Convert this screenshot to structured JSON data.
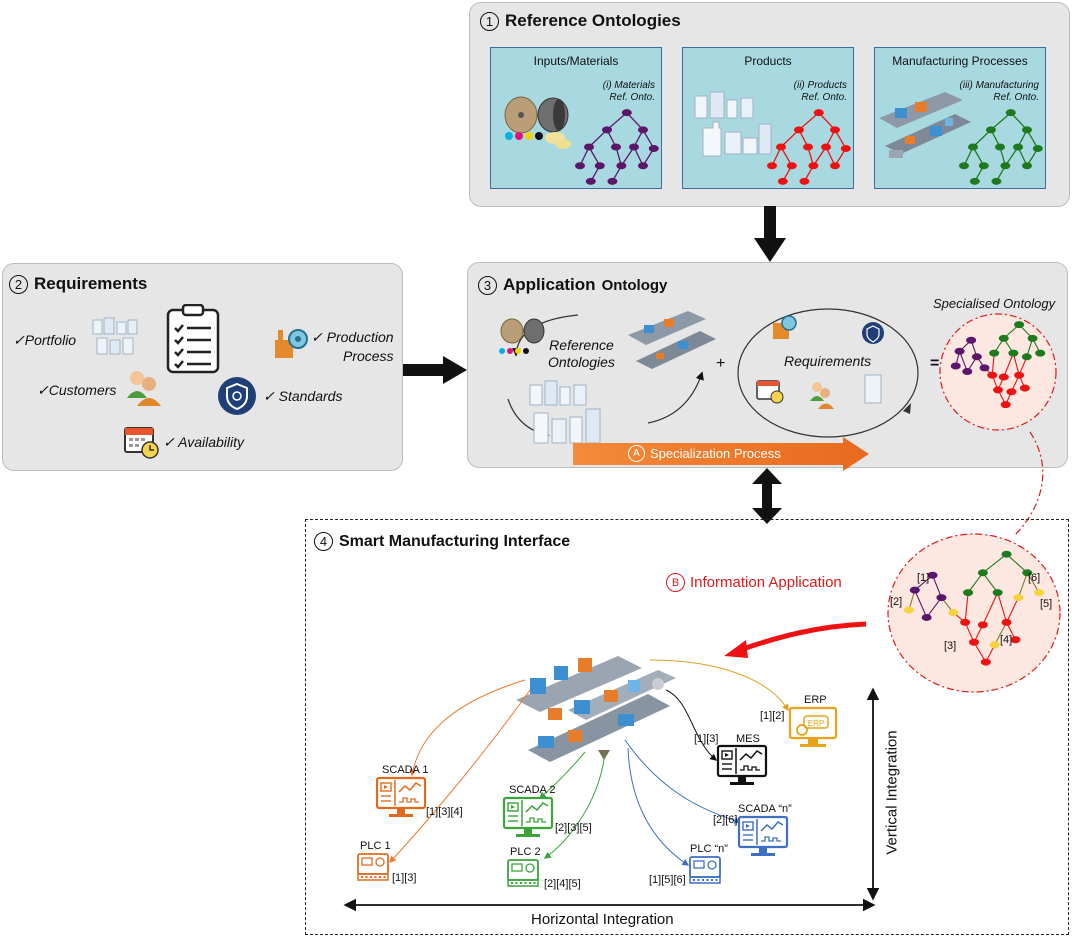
{
  "colors": {
    "purple": "#5b1569",
    "red": "#ee1111",
    "green": "#1e7a1e",
    "yellow": "#f5d33a",
    "orange": "#ee7a2e",
    "panel": "#e6e6e6",
    "sub": "#a9d9e0",
    "blue": "#3d6fc2",
    "black": "#111111"
  },
  "sec1": {
    "num": "1",
    "title": "Reference Ontologies",
    "materials": {
      "title": "Inputs/Materials",
      "tag_line1": "(i) Materials",
      "tag_line2": "Ref. Onto."
    },
    "products": {
      "title": "Products",
      "tag_line1": "(ii) Products",
      "tag_line2": "Ref. Onto."
    },
    "processes": {
      "title": "Manufacturing Processes",
      "tag_line1": "(iii) Manufacturing",
      "tag_line2": "Ref. Onto."
    }
  },
  "sec2": {
    "num": "2",
    "title": "Requirements",
    "check": "✓",
    "portfolio": "Portfolio",
    "production_line1": "Production",
    "production_line2": "Process",
    "customers": "Customers",
    "standards": "Standards",
    "availability": "Availability"
  },
  "sec3": {
    "num": "3",
    "title_bold": "Application",
    "title_rest": "Ontology",
    "ref_line1": "Reference",
    "ref_line2": "Ontologies",
    "requirements": "Requirements",
    "plus": "+",
    "equals": "=",
    "specialised": "Specialised Ontology",
    "spec_letter": "A",
    "spec_label": "Specialization Process"
  },
  "sec4": {
    "num": "4",
    "title": "Smart Manufacturing Interface",
    "info_letter": "B",
    "info_label": "Information Application",
    "refs": {
      "r1": "[1]",
      "r2": "[2]",
      "r3": "[3]",
      "r4": "[4]",
      "r5": "[5]",
      "r6": "[6]"
    },
    "systems": {
      "erp": {
        "name": "ERP",
        "badge": "ERP",
        "refs": "[1][2]"
      },
      "mes": {
        "name": "MES",
        "refs": "[1][3]"
      },
      "scada1": {
        "name": "SCADA 1",
        "refs": "[1][3][4]"
      },
      "plc1": {
        "name": "PLC 1",
        "refs": "[1][3]"
      },
      "scada2": {
        "name": "SCADA 2",
        "refs": "[2][3][5]"
      },
      "plc2": {
        "name": "PLC 2",
        "refs": "[2][4][5]"
      },
      "scadan": {
        "name": "SCADA “n”",
        "refs": "[2][6]"
      },
      "plcn": {
        "name": "PLC “n”",
        "refs": "[1][5][6]"
      }
    },
    "vertical": "Vertical Integration",
    "horizontal": "Horizontal Integration"
  }
}
